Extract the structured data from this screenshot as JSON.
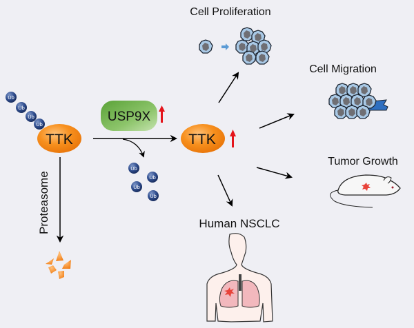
{
  "colors": {
    "background": "#efeff4",
    "ttk_orange": "#f7901e",
    "usp9x_green": "#6fb04a",
    "ub_blue": "#2c4a8c",
    "up_arrow_red": "#e4141b",
    "cell_blue": "#a9c9e6",
    "tumor_red": "#e8433a",
    "lung_pink": "#f2b8bd"
  },
  "nodes": {
    "ttk_left": "TTK",
    "ttk_center": "TTK",
    "usp9x": "USP9X",
    "ub_label": "Ub",
    "proteasome": "Proteasome"
  },
  "outcomes": {
    "cell_proliferation": "Cell Proliferation",
    "cell_migration": "Cell Migration",
    "tumor_growth": "Tumor Growth",
    "human_nsclc": "Human NSCLC"
  },
  "icons": {
    "ub_chain": "ubiquitin-chain-icon",
    "free_ub": "free-ubiquitin-icon",
    "up_arrow": "upregulation-arrow-icon",
    "fragments": "degraded-protein-fragments-icon",
    "cells": "cell-cluster-icon",
    "mouse": "mouse-icon",
    "human": "human-torso-lungs-icon"
  }
}
